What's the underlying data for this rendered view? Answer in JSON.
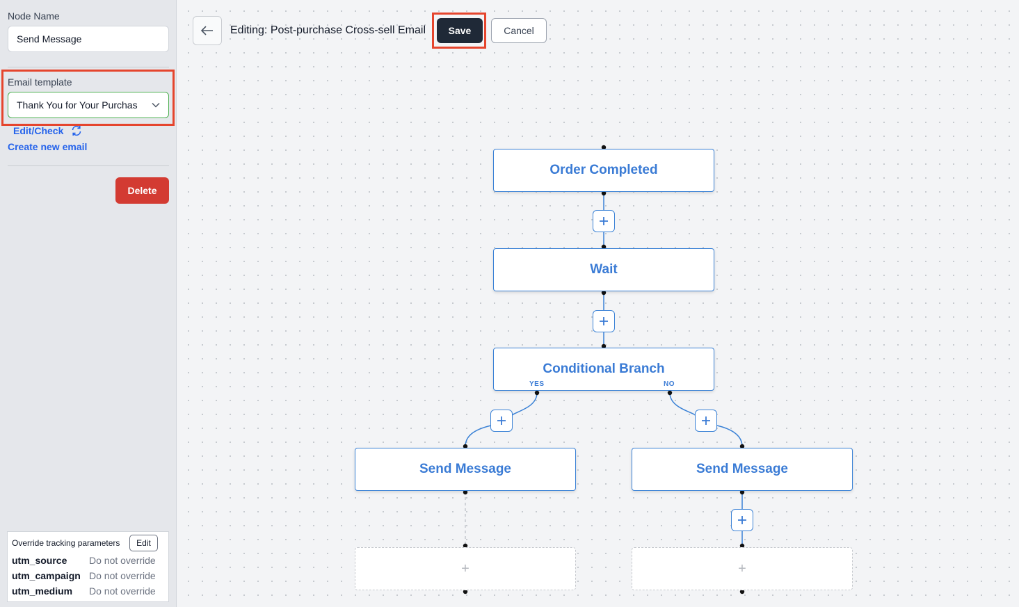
{
  "sidebar": {
    "node_name_label": "Node Name",
    "node_name_value": "Send Message",
    "email_template_label": "Email template",
    "email_template_value": "Thank You for Your Purchas",
    "edit_check_label": "Edit/Check",
    "create_new_email_label": "Create new email",
    "delete_label": "Delete",
    "tracking": {
      "title": "Override tracking parameters",
      "edit_label": "Edit",
      "rows": [
        {
          "key": "utm_source",
          "value": "Do not override"
        },
        {
          "key": "utm_campaign",
          "value": "Do not override"
        },
        {
          "key": "utm_medium",
          "value": "Do not override"
        }
      ]
    }
  },
  "header": {
    "title": "Editing: Post-purchase Cross-sell Email",
    "save_label": "Save",
    "cancel_label": "Cancel"
  },
  "flow": {
    "nodes": {
      "order_completed": "Order Completed",
      "wait": "Wait",
      "conditional_branch": "Conditional Branch",
      "send_message_yes": "Send Message",
      "send_message_no": "Send Message"
    },
    "branch_yes": "YES",
    "branch_no": "NO",
    "empty_plus": "+"
  },
  "colors": {
    "accent": "#3a7bd5",
    "highlight": "#e5452d",
    "delete": "#d33b32",
    "save": "#1f2937",
    "select_border": "#4caf50"
  }
}
